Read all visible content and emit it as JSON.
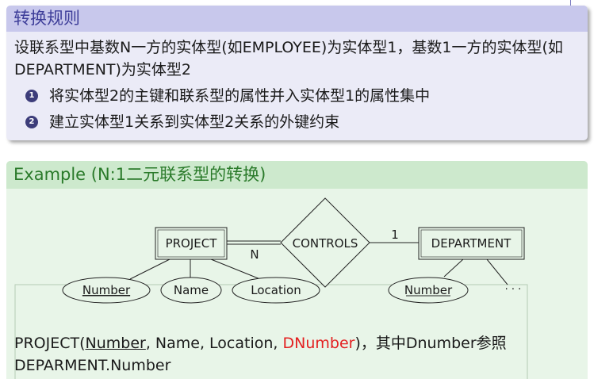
{
  "rule_block": {
    "title": "转换规则",
    "description": "设联系型中基数N一方的实体型(如EMPLOYEE)为实体型1，基数1一方的实体型(如DEPARTMENT)为实体型2",
    "items": [
      {
        "bullet": "1",
        "text": "将实体型2的主键和联系型的属性并入实体型1的属性集中"
      },
      {
        "bullet": "2",
        "text": "建立实体型1关系到实体型2关系的外键约束"
      }
    ]
  },
  "example_block": {
    "title": "Example (N:1二元联系型的转换)",
    "diagram": {
      "entity_project": "PROJECT",
      "relationship_controls": "CONTROLS",
      "entity_department": "DEPARTMENT",
      "cardinality_n": "N",
      "cardinality_1": "1",
      "attr_project_number": "Number",
      "attr_project_name": "Name",
      "attr_project_location": "Location",
      "attr_department_number": "Number",
      "ellipsis": "· · ·"
    },
    "relation": {
      "name": "PROJECT(",
      "key": "Number",
      "attrs": ", Name, Location, ",
      "fk": "DNumber",
      "suffix": ")，其中Dnumber参照DEPARMENT.Number"
    }
  },
  "colors": {
    "rule_title_bg": "#c8c8ec",
    "rule_title_fg": "#3d3d99",
    "example_title_bg": "#cde9cd",
    "example_title_fg": "#2a7a2a",
    "foreign_key": "#e32020"
  }
}
